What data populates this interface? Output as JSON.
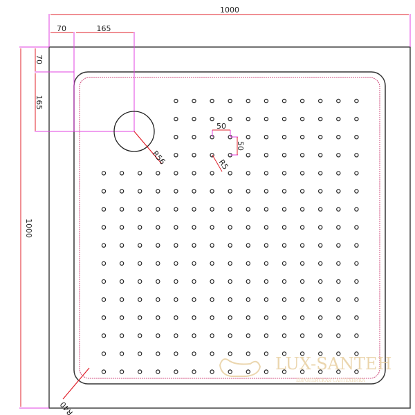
{
  "drawing": {
    "overall_width": "1000",
    "overall_length": "1000",
    "drain_offset_x_edge": "70",
    "drain_offset_x": "165",
    "drain_offset_y_edge": "70",
    "drain_offset_y": "165",
    "drain_radius": "R56",
    "dot_spacing_x": "50",
    "dot_spacing_y": "50",
    "dot_radius": "R5",
    "corner_radius": "R40"
  },
  "dot_grid": {
    "top_rows": 4,
    "top_cols": 11,
    "main_rows": 12,
    "main_cols": 15
  },
  "watermark": {
    "brand": "LUX-SANTEH",
    "tagline": "ЕВРОПЕЙСКАЯ САНТЕХНИКА"
  },
  "colors": {
    "outline": "#333333",
    "dimension": "#e0202a",
    "extension": "#e040e0",
    "inner_dash": "#d05080",
    "watermark": "#e8cfa0"
  }
}
